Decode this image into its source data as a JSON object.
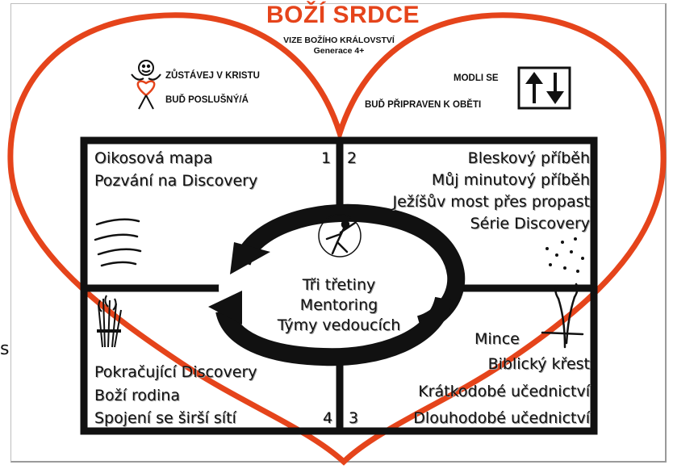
{
  "header": {
    "title": "BOŽÍ SRDCE",
    "subtitle": "VIZE BOŽÍHO KRÁLOVSTVÍ",
    "generation": "Generace 4+"
  },
  "commands": {
    "abide": "ZŮSTÁVEJ V KRISTU",
    "obey": "BUĎ POSLUŠNÝ/Á",
    "pray": "MODLI SE",
    "sacrifice": "BUĎ PŘIPRAVEN K OBĚTI"
  },
  "quadrants": {
    "q1": {
      "number": "1",
      "items": [
        "Oikosová mapa",
        "Pozvání na Discovery"
      ]
    },
    "q2": {
      "number": "2",
      "items": [
        "Bleskový příběh",
        "Můj minutový příběh",
        "Ježíšův most přes propast",
        "Série Discovery"
      ]
    },
    "q3": {
      "number": "3",
      "items": [
        "Mince",
        "Biblický křest",
        "Krátkodobé učednictví",
        "Dlouhodobé učednictví"
      ]
    },
    "q4": {
      "number": "4",
      "items": [
        "Pokračující Discovery",
        "Boží rodina",
        "Spojení se širší sítí"
      ]
    }
  },
  "center": {
    "items": [
      "Tři třetiny",
      "Mentoring",
      "Týmy vedoucích"
    ]
  },
  "edge_text": "s",
  "colors": {
    "heart": "#e5441b",
    "frame": "#111111"
  },
  "icons": [
    "stick-figure-heart-icon",
    "up-down-arrows-icon",
    "sower-icon",
    "seeds-icon",
    "wheat-sheaf-icon",
    "sprout-icon",
    "cycle-arrows-icon",
    "wind-lines-icon"
  ]
}
